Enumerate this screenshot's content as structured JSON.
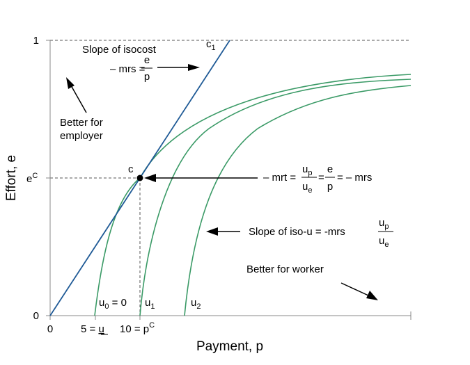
{
  "chart_data": {
    "type": "line",
    "xlabel": "Payment, p",
    "ylabel": "Effort, e",
    "y_tick_top": "1",
    "y_tick_bottom": "0",
    "y_tick_mid": "e",
    "y_tick_mid_sup": "C",
    "x_tick_origin": "0",
    "x_tick_u_pre": "5 = ",
    "x_tick_u_under": "u",
    "x_tick_pc": "10 = p",
    "x_tick_pc_sup": "C",
    "point_label": "c",
    "isocost_label": "c",
    "isocost_label_sub": "1",
    "isocost_color": "#1f5a96",
    "curve_color": "#3a9a66",
    "curves": [
      {
        "name": "u0",
        "label": "u",
        "label_sub": "0",
        "label_suffix": " = 0"
      },
      {
        "name": "u1",
        "label": "u",
        "label_sub": "1",
        "label_suffix": ""
      },
      {
        "name": "u2",
        "label": "u",
        "label_sub": "2",
        "label_suffix": ""
      }
    ]
  },
  "annotations": {
    "slope_isocost_title": "Slope of isocost",
    "slope_isocost_lhs": "– mrs =",
    "slope_isocost_num": "e",
    "slope_isocost_den": "p",
    "better_employer_1": "Better for",
    "better_employer_2": "employer",
    "mrt_lhs": "– mrt =",
    "mrt_frac1_num": "u",
    "mrt_frac1_num_sub": "p",
    "mrt_frac1_den": "u",
    "mrt_frac1_den_sub": "e",
    "mrt_eq": "=",
    "mrt_frac2_num": "e",
    "mrt_frac2_den": "p",
    "mrt_rhs": "= – mrs",
    "slope_isou_text": "Slope of iso-u = -mrs",
    "slope_isou_num": "u",
    "slope_isou_num_sub": "p",
    "slope_isou_den": "u",
    "slope_isou_den_sub": "e",
    "better_worker": "Better for worker"
  }
}
